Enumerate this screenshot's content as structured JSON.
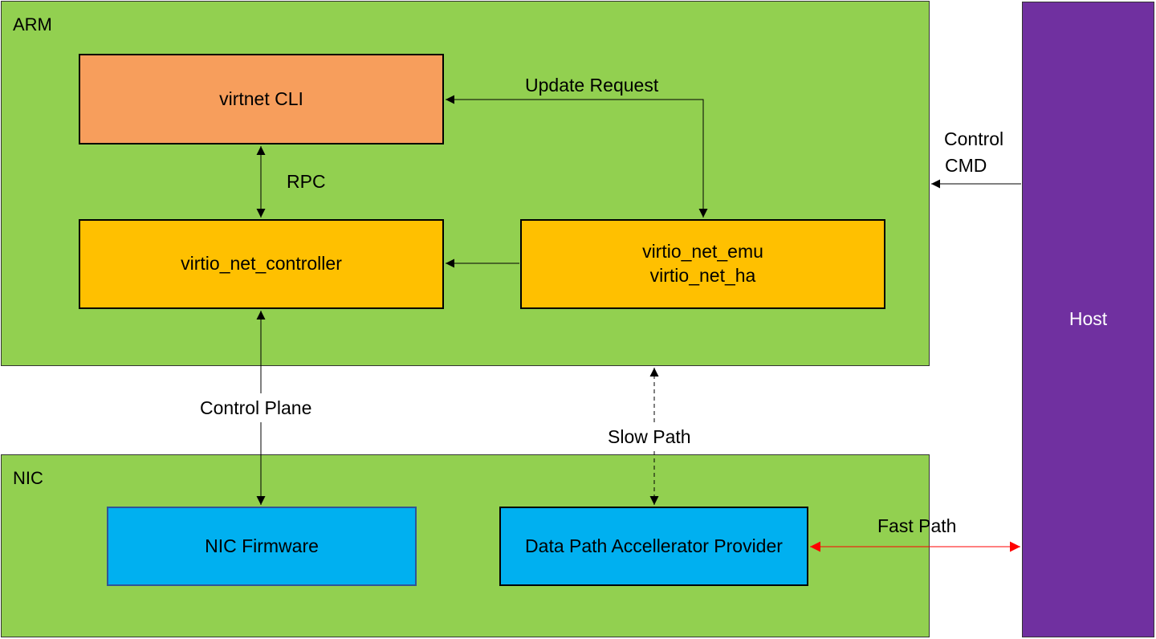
{
  "colors": {
    "region_fill": "#92d050",
    "cli_fill": "#f79e5c",
    "controller_fill": "#ffc000",
    "nic_box_fill": "#00b0f0",
    "host_fill": "#7030a0",
    "line": "#000000",
    "fast_path_line": "#ff0000"
  },
  "regions": {
    "arm": {
      "label": "ARM"
    },
    "nic": {
      "label": "NIC"
    },
    "host": {
      "label": "Host"
    }
  },
  "boxes": {
    "virtnet_cli": {
      "label": "virtnet CLI"
    },
    "controller": {
      "label": "virtio_net_controller"
    },
    "emu_ha": {
      "line1": "virtio_net_emu",
      "line2": "virtio_net_ha"
    },
    "nic_firmware": {
      "label": "NIC Firmware"
    },
    "dpa_provider": {
      "label": "Data Path Accellerator Provider"
    }
  },
  "connectors": {
    "update_request": "Update Request",
    "rpc": "RPC",
    "control_cmd_1": "Control",
    "control_cmd_2": "CMD",
    "control_plane": "Control Plane",
    "slow_path": "Slow Path",
    "fast_path": "Fast Path"
  }
}
